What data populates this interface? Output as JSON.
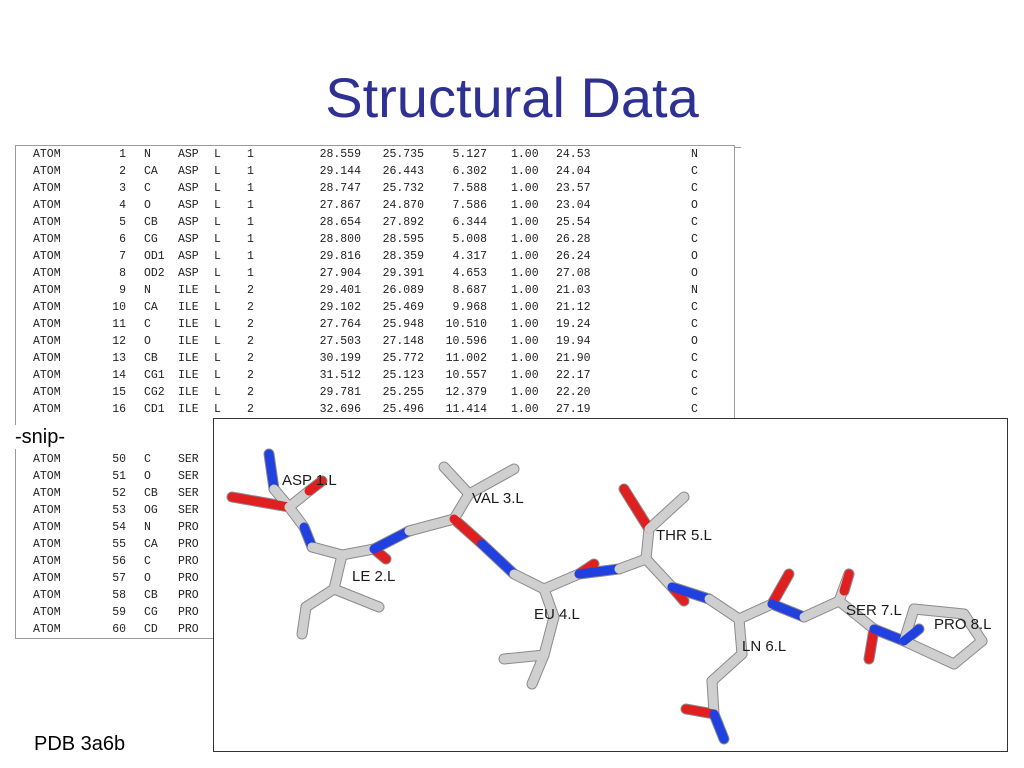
{
  "slide": {
    "title": "Structural Data",
    "snip_label": "-snip-",
    "caption": "PDB 3a6b"
  },
  "pdb_top_rows": [
    [
      "ATOM",
      "1",
      "N",
      "ASP",
      "L",
      "1",
      "28.559",
      "25.735",
      "5.127",
      "1.00",
      "24.53",
      "N"
    ],
    [
      "ATOM",
      "2",
      "CA",
      "ASP",
      "L",
      "1",
      "29.144",
      "26.443",
      "6.302",
      "1.00",
      "24.04",
      "C"
    ],
    [
      "ATOM",
      "3",
      "C",
      "ASP",
      "L",
      "1",
      "28.747",
      "25.732",
      "7.588",
      "1.00",
      "23.57",
      "C"
    ],
    [
      "ATOM",
      "4",
      "O",
      "ASP",
      "L",
      "1",
      "27.867",
      "24.870",
      "7.586",
      "1.00",
      "23.04",
      "O"
    ],
    [
      "ATOM",
      "5",
      "CB",
      "ASP",
      "L",
      "1",
      "28.654",
      "27.892",
      "6.344",
      "1.00",
      "25.54",
      "C"
    ],
    [
      "ATOM",
      "6",
      "CG",
      "ASP",
      "L",
      "1",
      "28.800",
      "28.595",
      "5.008",
      "1.00",
      "26.28",
      "C"
    ],
    [
      "ATOM",
      "7",
      "OD1",
      "ASP",
      "L",
      "1",
      "29.816",
      "28.359",
      "4.317",
      "1.00",
      "26.24",
      "O"
    ],
    [
      "ATOM",
      "8",
      "OD2",
      "ASP",
      "L",
      "1",
      "27.904",
      "29.391",
      "4.653",
      "1.00",
      "27.08",
      "O"
    ],
    [
      "ATOM",
      "9",
      "N",
      "ILE",
      "L",
      "2",
      "29.401",
      "26.089",
      "8.687",
      "1.00",
      "21.03",
      "N"
    ],
    [
      "ATOM",
      "10",
      "CA",
      "ILE",
      "L",
      "2",
      "29.102",
      "25.469",
      "9.968",
      "1.00",
      "21.12",
      "C"
    ],
    [
      "ATOM",
      "11",
      "C",
      "ILE",
      "L",
      "2",
      "27.764",
      "25.948",
      "10.510",
      "1.00",
      "19.24",
      "C"
    ],
    [
      "ATOM",
      "12",
      "O",
      "ILE",
      "L",
      "2",
      "27.503",
      "27.148",
      "10.596",
      "1.00",
      "19.94",
      "O"
    ],
    [
      "ATOM",
      "13",
      "CB",
      "ILE",
      "L",
      "2",
      "30.199",
      "25.772",
      "11.002",
      "1.00",
      "21.90",
      "C"
    ],
    [
      "ATOM",
      "14",
      "CG1",
      "ILE",
      "L",
      "2",
      "31.512",
      "25.123",
      "10.557",
      "1.00",
      "22.17",
      "C"
    ],
    [
      "ATOM",
      "15",
      "CG2",
      "ILE",
      "L",
      "2",
      "29.781",
      "25.255",
      "12.379",
      "1.00",
      "22.20",
      "C"
    ],
    [
      "ATOM",
      "16",
      "CD1",
      "ILE",
      "L",
      "2",
      "32.696",
      "25.496",
      "11.414",
      "1.00",
      "27.19",
      "C"
    ]
  ],
  "pdb_bottom_rows": [
    [
      "ATOM",
      "50",
      "C",
      "SER"
    ],
    [
      "ATOM",
      "51",
      "O",
      "SER"
    ],
    [
      "ATOM",
      "52",
      "CB",
      "SER"
    ],
    [
      "ATOM",
      "53",
      "OG",
      "SER"
    ],
    [
      "ATOM",
      "54",
      "N",
      "PRO"
    ],
    [
      "ATOM",
      "55",
      "CA",
      "PRO"
    ],
    [
      "ATOM",
      "56",
      "C",
      "PRO"
    ],
    [
      "ATOM",
      "57",
      "O",
      "PRO"
    ],
    [
      "ATOM",
      "58",
      "CB",
      "PRO"
    ],
    [
      "ATOM",
      "59",
      "CG",
      "PRO"
    ],
    [
      "ATOM",
      "60",
      "CD",
      "PRO"
    ]
  ],
  "residue_labels": [
    "ASP 1.L",
    "LE 2.L",
    "VAL 3.L",
    "EU 4.L",
    "THR 5.L",
    "LN 6.L",
    "SER 7.L",
    "PRO 8.L"
  ],
  "colors": {
    "title": "#2e3192",
    "carbon": "#cfcfcf",
    "oxygen": "#e02020",
    "nitrogen": "#2040e0"
  }
}
